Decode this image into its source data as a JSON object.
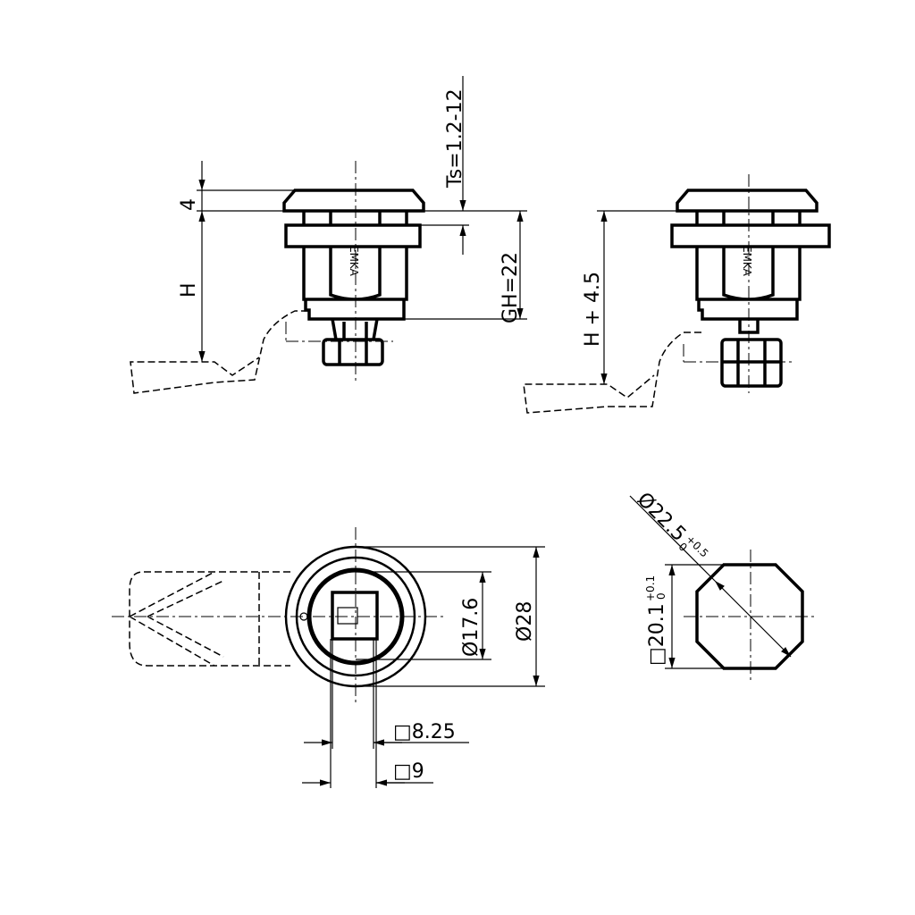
{
  "labels": {
    "thickness": "Ts=1.2-12",
    "flange": "4",
    "height": "H",
    "grip": "GH=22",
    "height_plus": "H + 4.5",
    "dia_inner": "Ø17.6",
    "dia_outer": "Ø28",
    "square_825": "□8.25",
    "square_9": "□9",
    "cutout_dia": "Ø22.5",
    "cutout_dia_tol_upper": "+0.5",
    "cutout_dia_tol_lower": "0",
    "cutout_square": "□20.1",
    "cutout_square_tol_upper": "+0.1",
    "cutout_square_tol_lower": "0"
  },
  "logo_text": "EMKA"
}
